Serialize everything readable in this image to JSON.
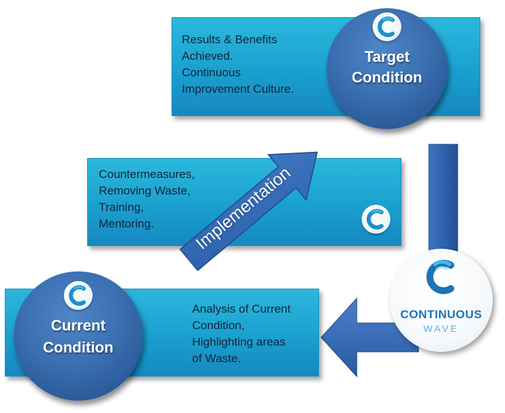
{
  "target": {
    "title_line1": "Target",
    "title_line2": "Condition",
    "text": "Results & Benefits\nAchieved.\nContinuous\nImprovement Culture."
  },
  "middle": {
    "text": "Countermeasures,\nRemoving Waste,\nTraining,\nMentoring."
  },
  "arrow_label": "Implementation",
  "current": {
    "title_line1": "Current",
    "title_line2": "Condition",
    "text": "Analysis of Current\nCondition,\nHighlighting areas\nof Waste."
  },
  "brand": {
    "name_line1": "CONTINUOUS",
    "name_line2": "WAVE"
  },
  "colors": {
    "box": "#1aa0cf",
    "circle": "#3a6fb1",
    "arrow": "#2f63b0",
    "brand": "#1b74b8",
    "brand_light": "#46b6e6"
  },
  "icons": [
    "wave-logo-icon",
    "arrow-icon"
  ]
}
